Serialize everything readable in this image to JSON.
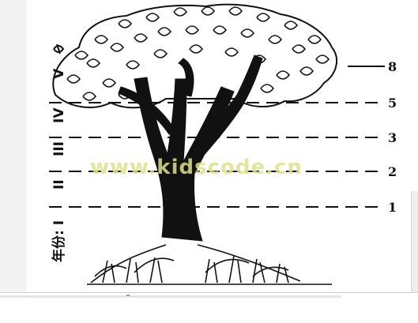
{
  "watermark": "www.kidscode.cn",
  "levels": [
    {
      "label": "8"
    },
    {
      "label": "5"
    },
    {
      "label": "3"
    },
    {
      "label": "2"
    },
    {
      "label": "1"
    }
  ],
  "vertical_labels": [
    "年份: I",
    "II",
    "III",
    "IV",
    "V"
  ],
  "colors": {
    "ink": "#111111",
    "watermark": "#dde08a"
  }
}
